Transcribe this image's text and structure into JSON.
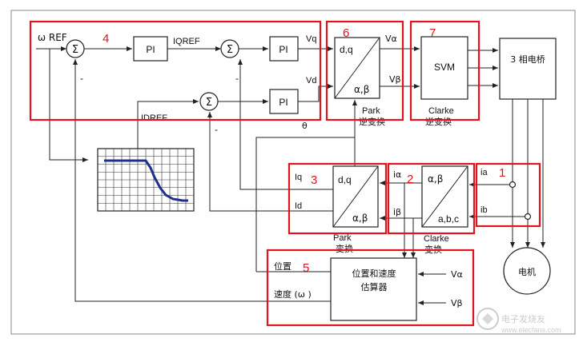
{
  "inputs": {
    "omega_ref": "ω REF",
    "iqref": "IQREF",
    "idref": "IDREF"
  },
  "blocks": {
    "pi": "PI",
    "sum": "Σ",
    "park_inv": {
      "top": "d,q",
      "bottom": "α,β",
      "caption1": "Park",
      "caption2": "逆变换"
    },
    "svm": {
      "label": "SVM",
      "caption1": "Clarke",
      "caption2": "逆变换"
    },
    "bridge": "3 相电桥",
    "park": {
      "top": "d,q",
      "bottom": "α,β",
      "caption1": "Park",
      "caption2": "变换"
    },
    "clarke": {
      "top": "α,β",
      "bottom": "a,b,c",
      "caption1": "Clarke",
      "caption2": "变换"
    },
    "estimator": {
      "line1": "位置和速度",
      "line2": "估算器"
    },
    "motor": "电机"
  },
  "signals": {
    "vq": "Vq",
    "vd": "Vd",
    "v_alpha": "Vα",
    "v_beta": "Vβ",
    "iq": "Iq",
    "id": "Id",
    "i_alpha": "iα",
    "i_beta": "iβ",
    "ia": "ia",
    "ib": "ib",
    "theta": "θ",
    "position": "位置",
    "speed": "速度 (ω )",
    "est_v_alpha": "Vα",
    "est_v_beta": "Vβ"
  },
  "markers": {
    "minus": "-"
  },
  "region_numbers": [
    "1",
    "2",
    "3",
    "4",
    "5",
    "6",
    "7"
  ],
  "watermark": {
    "text": "电子发烧友",
    "url": "www.elecfans.com"
  },
  "colors": {
    "region": "#e0141e",
    "curve": "#1f2f8f",
    "grid": "#222222"
  }
}
